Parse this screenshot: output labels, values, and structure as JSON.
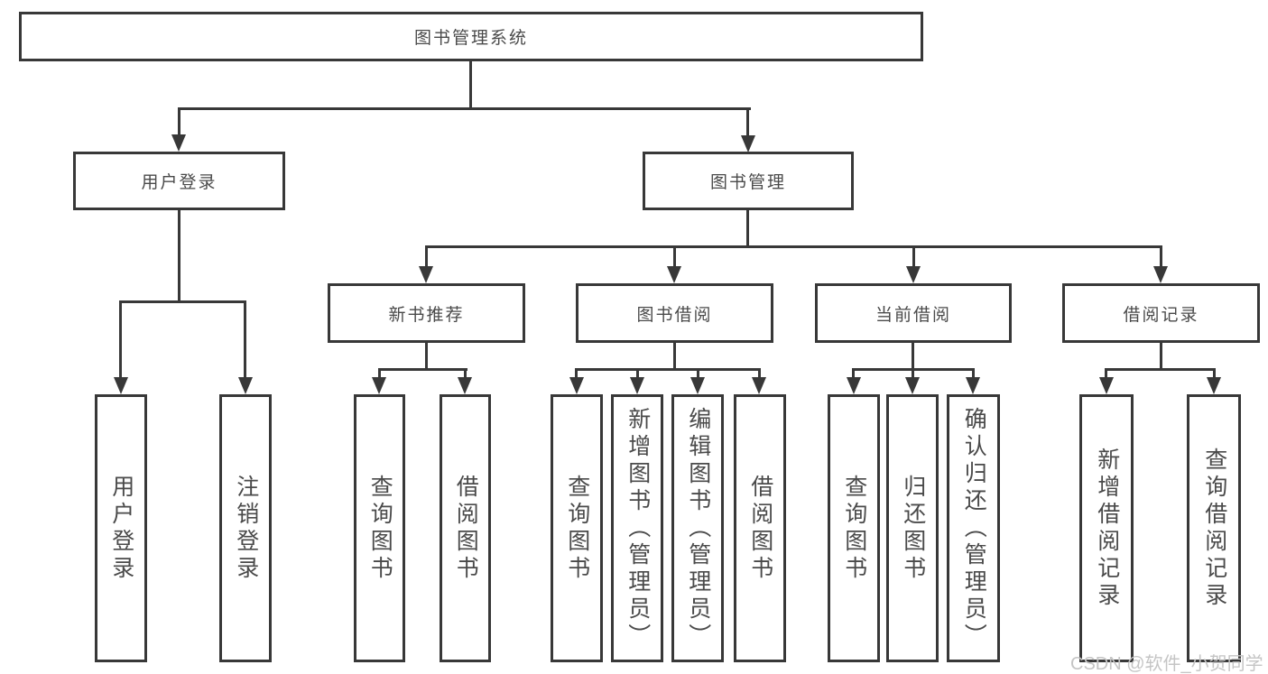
{
  "diagram": {
    "root": {
      "label": "图书管理系统"
    },
    "user": {
      "label": "用户登录",
      "children": [
        {
          "label": "用户登录"
        },
        {
          "label": "注销登录"
        }
      ]
    },
    "book": {
      "label": "图书管理",
      "sections": [
        {
          "label": "新书推荐",
          "children": [
            {
              "label": "查询图书"
            },
            {
              "label": "借阅图书"
            }
          ]
        },
        {
          "label": "图书借阅",
          "children": [
            {
              "label": "查询图书"
            },
            {
              "label": "新增图书（管理员）"
            },
            {
              "label": "编辑图书（管理员）"
            },
            {
              "label": "借阅图书"
            }
          ]
        },
        {
          "label": "当前借阅",
          "children": [
            {
              "label": "查询图书"
            },
            {
              "label": "归还图书"
            },
            {
              "label": "确认归还（管理员）"
            }
          ]
        },
        {
          "label": "借阅记录",
          "children": [
            {
              "label": "新增借阅记录"
            },
            {
              "label": "查询借阅记录"
            }
          ]
        }
      ]
    }
  },
  "watermark": {
    "text": "CSDN @软件_小贺同学"
  },
  "colors": {
    "line": "#383838",
    "text": "#4a4a4a",
    "watermark": "#c5c5c5"
  }
}
